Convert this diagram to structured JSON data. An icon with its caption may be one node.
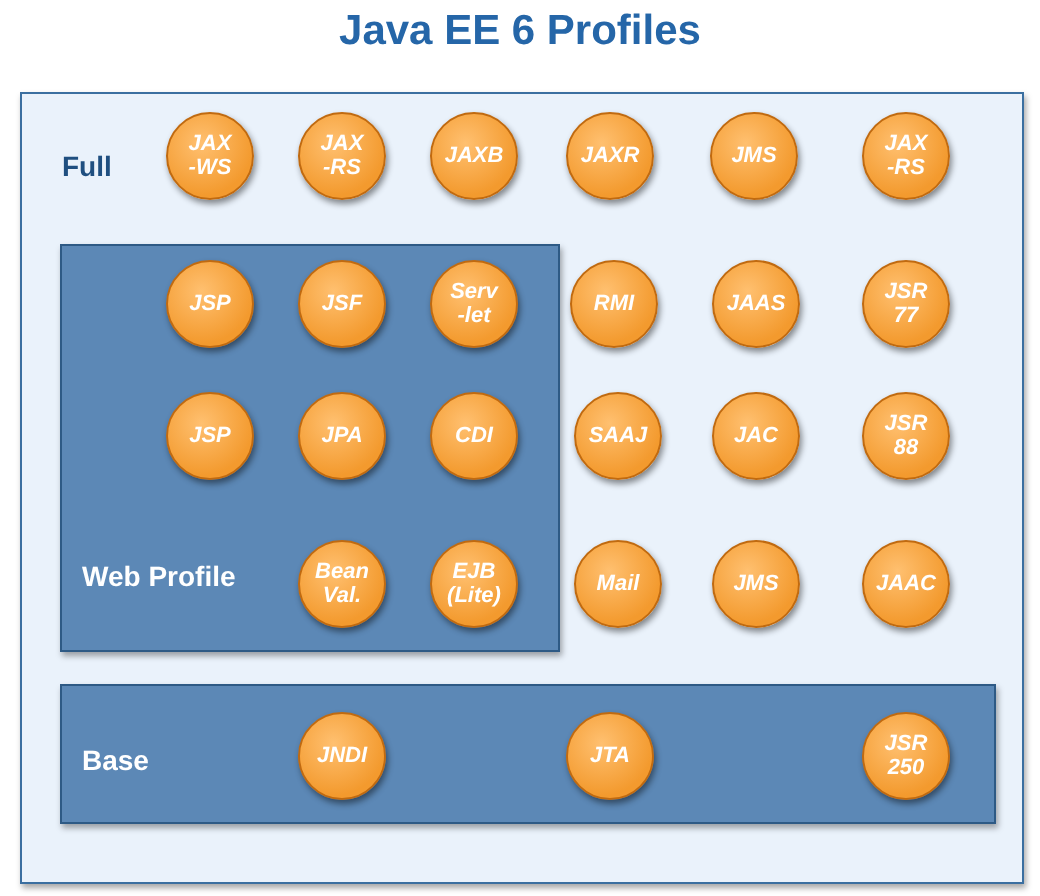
{
  "diagram": {
    "title": "Java EE 6 Profiles",
    "nodes": [
      {
        "text": [
          "Full"
        ]
      },
      {
        "text": [
          "JAX -WS"
        ],
        "in": 0
      },
      {
        "text": [
          "JAX -RS"
        ],
        "in": 0
      },
      {
        "text": [
          "JAXB"
        ],
        "in": 0
      },
      {
        "text": [
          "JAXR"
        ],
        "in": 0
      },
      {
        "text": [
          "JMS"
        ],
        "in": 0
      },
      {
        "text": [
          "JAX -RS"
        ],
        "in": 0
      },
      {
        "text": [
          "Web Profile"
        ],
        "in": 0
      },
      {
        "text": [
          "JSP"
        ],
        "in": 7
      },
      {
        "text": [
          "JSF"
        ],
        "in": 7
      },
      {
        "text": [
          "Serv -let"
        ],
        "in": 7
      },
      {
        "text": [
          "JSP"
        ],
        "in": 7
      },
      {
        "text": [
          "JPA"
        ],
        "in": 7
      },
      {
        "text": [
          "CDI"
        ],
        "in": 7
      },
      {
        "text": [
          "Bean Val."
        ],
        "in": 7
      },
      {
        "text": [
          "EJB (Lite)"
        ],
        "in": 7
      },
      {
        "text": [
          "RMI"
        ],
        "in": 0
      },
      {
        "text": [
          "JAAS"
        ],
        "in": 0
      },
      {
        "text": [
          "JSR 77"
        ],
        "in": 0
      },
      {
        "text": [
          "SAAJ"
        ],
        "in": 0
      },
      {
        "text": [
          "JAC"
        ],
        "in": 0
      },
      {
        "text": [
          "JSR 88"
        ],
        "in": 0
      },
      {
        "text": [
          "Mail"
        ],
        "in": 0
      },
      {
        "text": [
          "JMS"
        ],
        "in": 0
      },
      {
        "text": [
          "JAAC"
        ],
        "in": 0
      },
      {
        "text": [
          "Base"
        ],
        "in": 0
      },
      {
        "text": [
          "JNDI"
        ],
        "in": 25
      },
      {
        "text": [
          "JTA"
        ],
        "in": 25
      },
      {
        "text": [
          "JSR 250"
        ],
        "in": 25
      }
    ]
  }
}
